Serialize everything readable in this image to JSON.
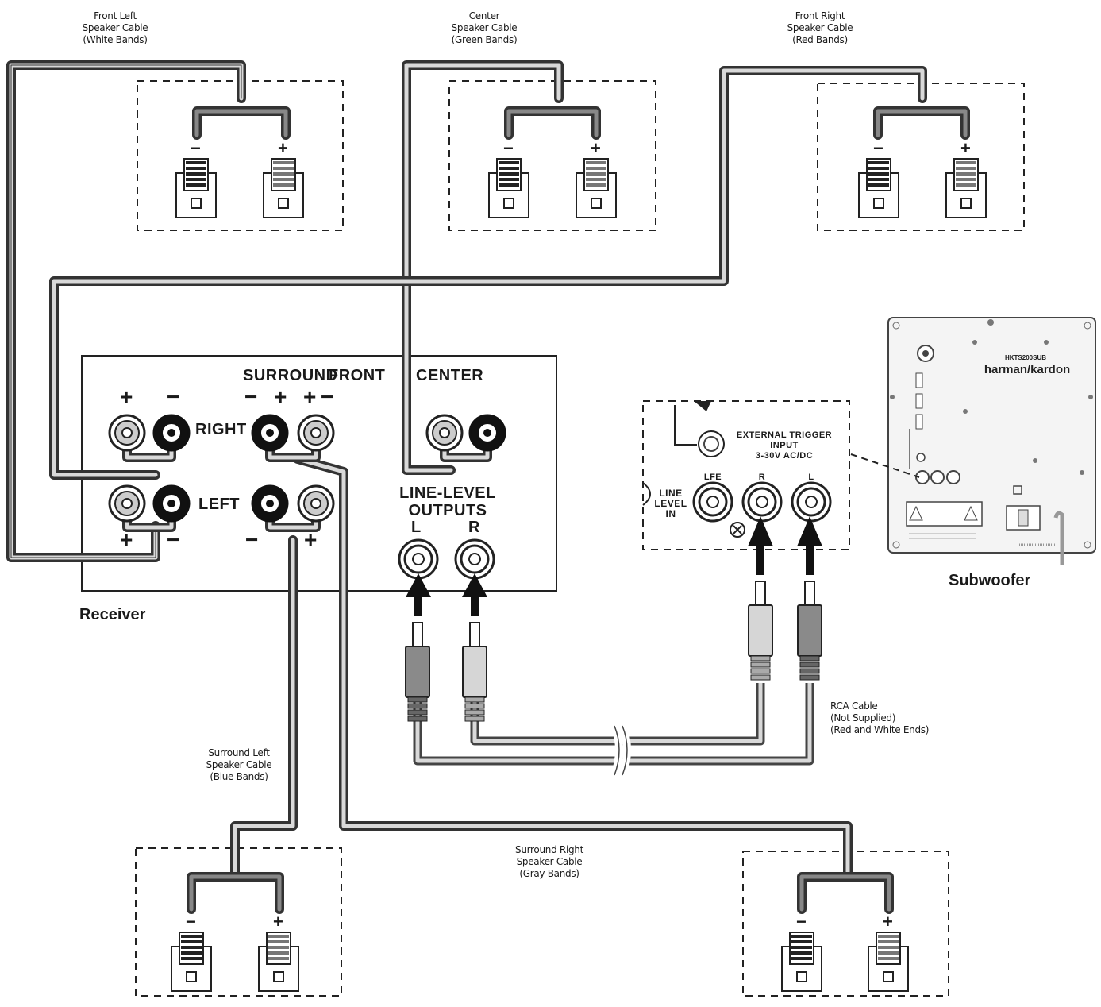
{
  "labels": {
    "front_left": [
      "Front Left",
      "Speaker Cable",
      "(White Bands)"
    ],
    "center": [
      "Center",
      "Speaker Cable",
      "(Green Bands)"
    ],
    "front_right": [
      "Front Right",
      "Speaker Cable",
      "(Red Bands)"
    ],
    "surround_left": [
      "Surround Left",
      "Speaker Cable",
      "(Blue Bands)"
    ],
    "surround_right": [
      "Surround Right",
      "Speaker Cable",
      "(Gray Bands)"
    ],
    "rca_cable": [
      "RCA Cable",
      "(Not Supplied)",
      "(Red and White Ends)"
    ],
    "receiver": "Receiver",
    "subwoofer": "Subwoofer"
  },
  "receiver_panel": {
    "header_surround": "SURROUND",
    "header_front": "FRONT",
    "header_center": "CENTER",
    "right": "RIGHT",
    "left": "LEFT",
    "line_level_1": "LINE-LEVEL",
    "line_level_2": "OUTPUTS",
    "out_l": "L",
    "out_r": "R"
  },
  "sub_panel": {
    "trigger_1": "EXTERNAL TRIGGER",
    "trigger_2": "INPUT",
    "trigger_3": "3-30V AC/DC",
    "line_level_in": [
      "LINE",
      "LEVEL",
      "IN"
    ],
    "lfe": "LFE",
    "r": "R",
    "l": "L"
  },
  "subwoofer_unit": {
    "model": "HKTS200SUB",
    "brand": "harman/kardon"
  },
  "polarity": {
    "plus": "+",
    "minus": "−"
  }
}
